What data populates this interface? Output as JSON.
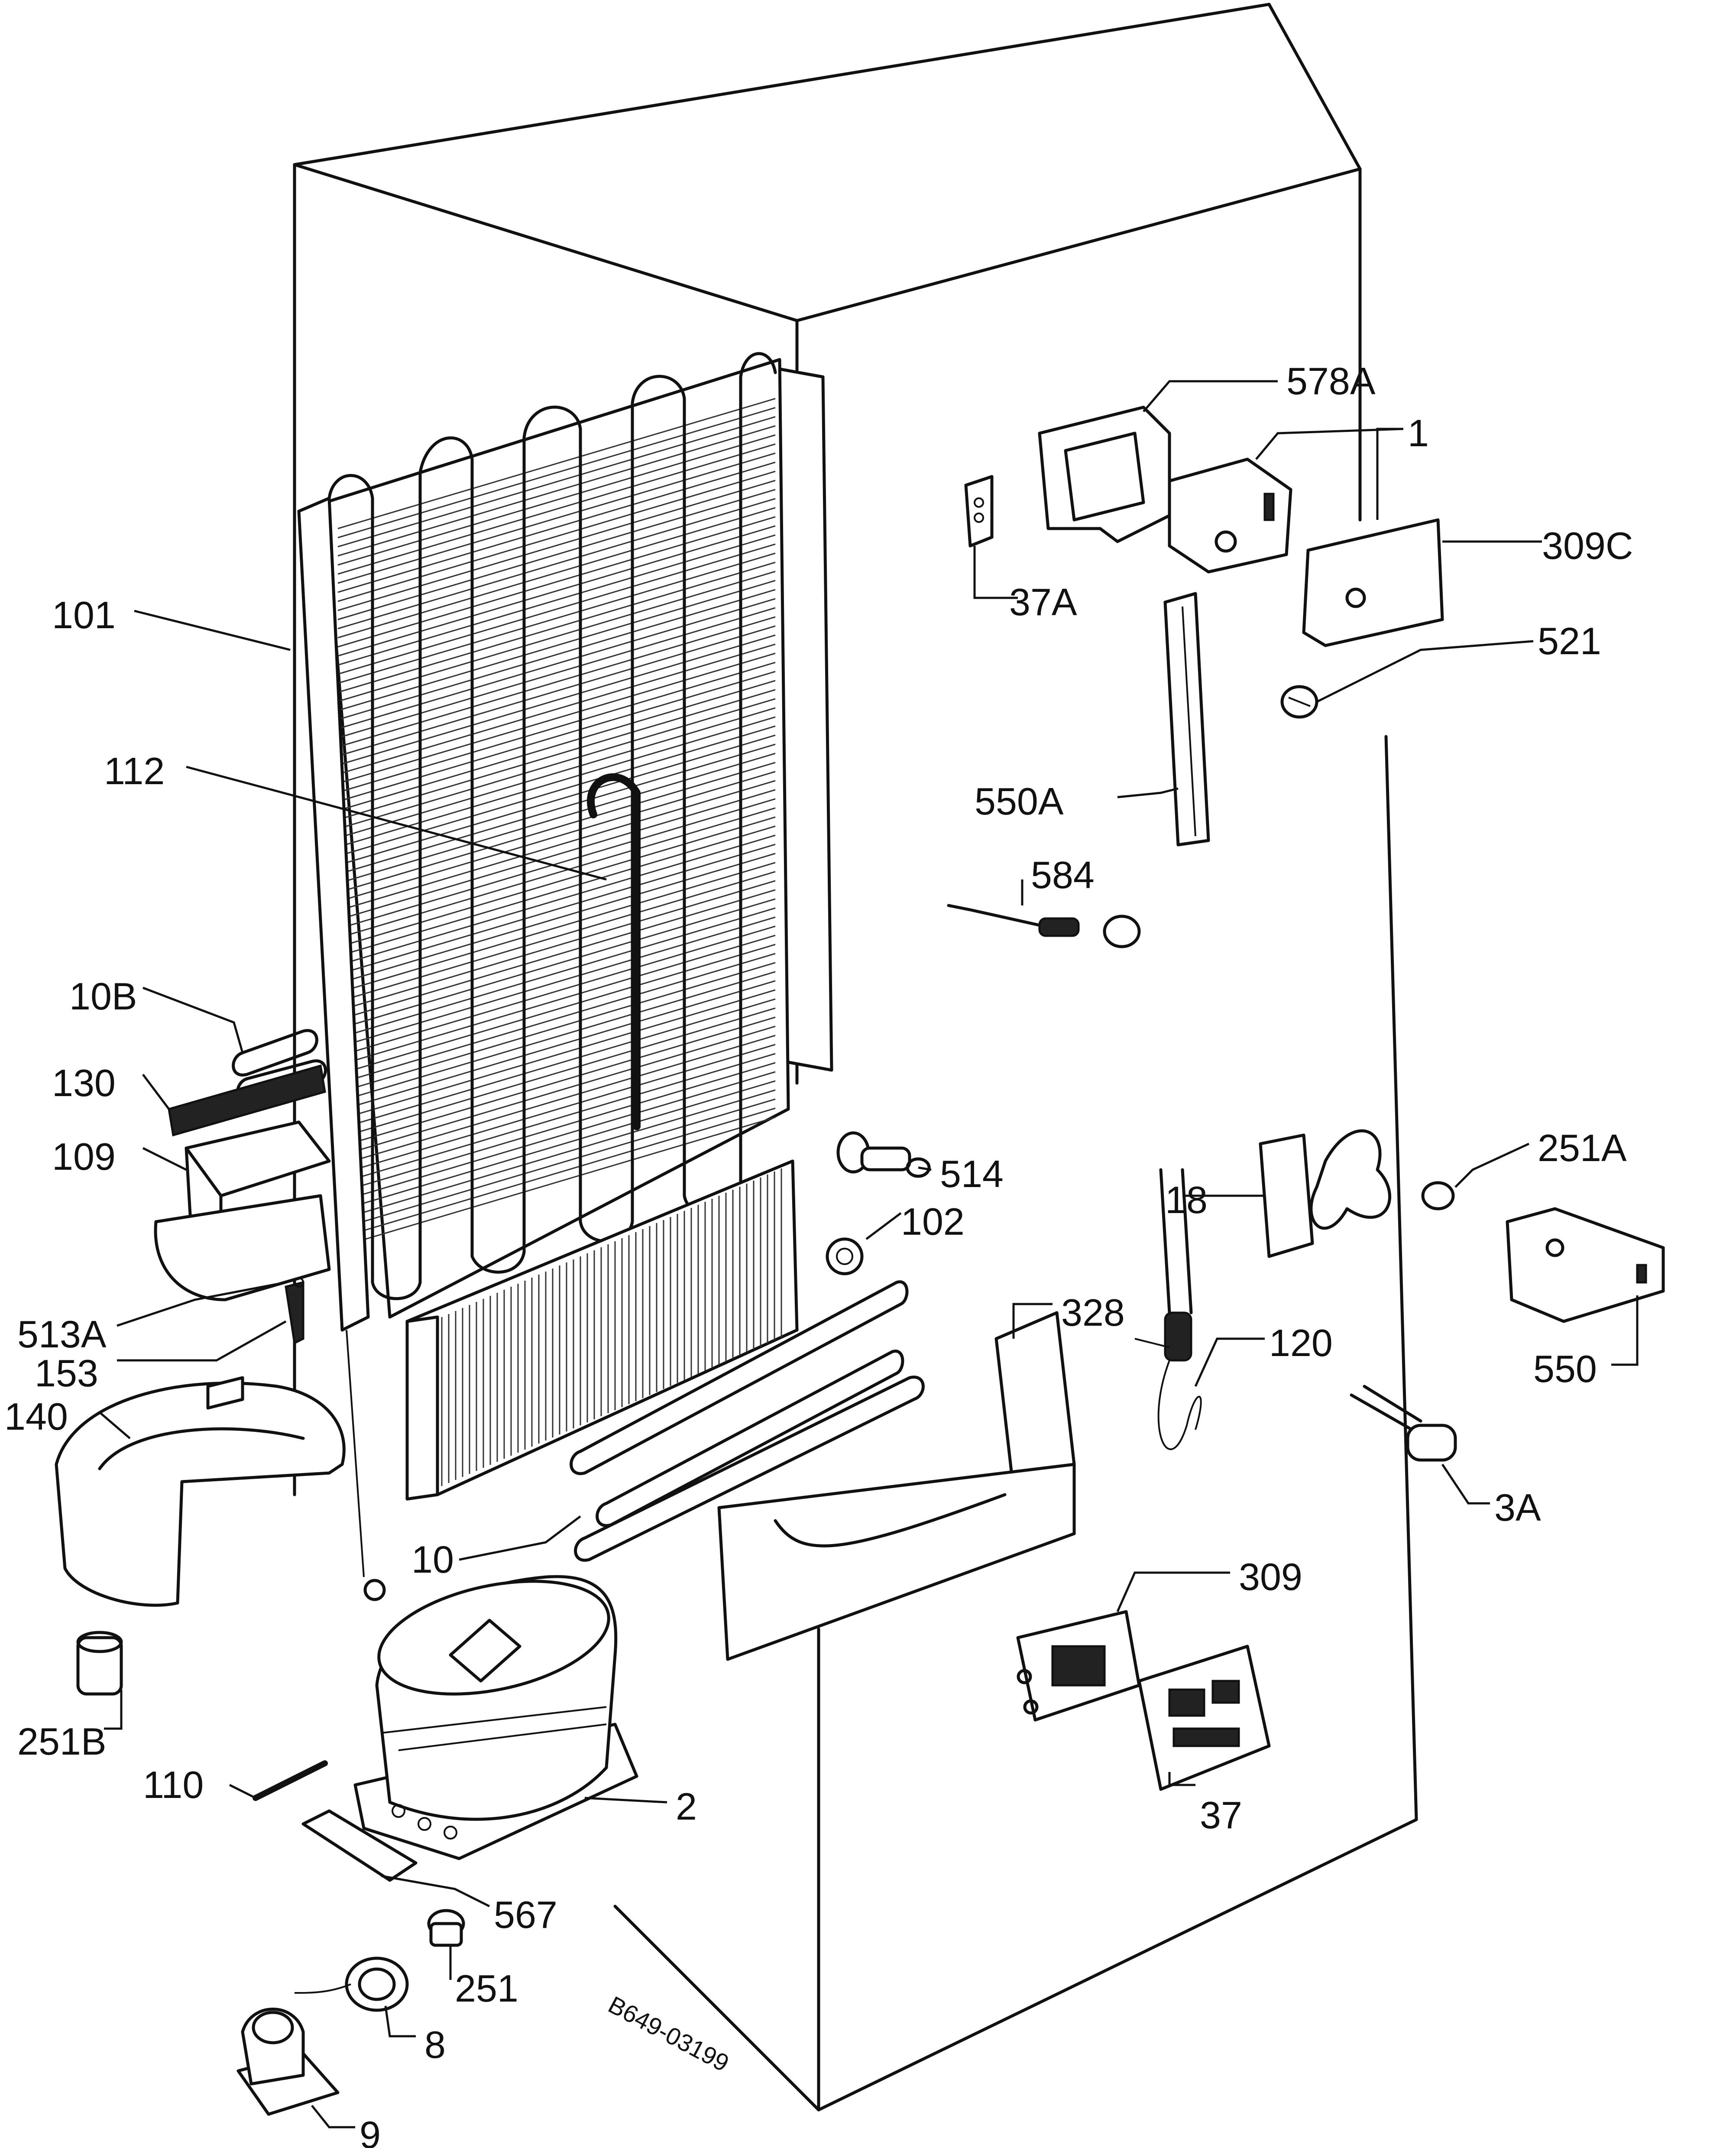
{
  "diagram": {
    "type": "exploded parts diagram",
    "drawing_code": "B649-03199"
  },
  "labels": {
    "l1": "1",
    "l2": "2",
    "l3A": "3A",
    "l8": "8",
    "l9": "9",
    "l10": "10",
    "l10B": "10B",
    "l18": "18",
    "l37": "37",
    "l37A": "37A",
    "l101": "101",
    "l102": "102",
    "l109": "109",
    "l110": "110",
    "l112": "112",
    "l120": "120",
    "l130": "130",
    "l140": "140",
    "l153": "153",
    "l251": "251",
    "l251A": "251A",
    "l251B": "251B",
    "l309": "309",
    "l309C": "309C",
    "l328": "328",
    "l513A": "513A",
    "l514": "514",
    "l521": "521",
    "l550": "550",
    "l550A": "550A",
    "l567": "567",
    "l578A": "578A",
    "l584": "584"
  }
}
